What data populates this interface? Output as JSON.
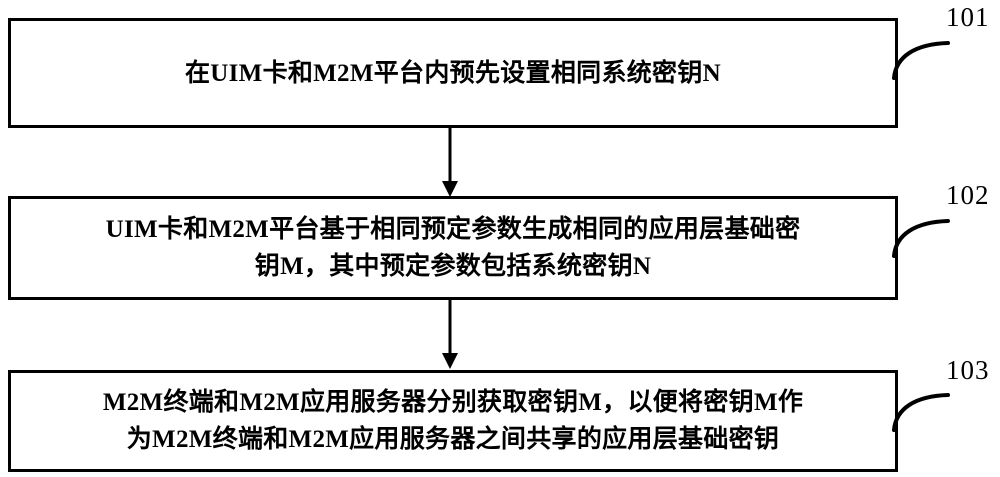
{
  "diagram": {
    "type": "patent-flowchart",
    "background_color": "#ffffff",
    "line_color": "#000000",
    "steps": [
      {
        "ref": "101",
        "text": "在UIM卡和M2M平台内预先设置相同系统密钥N"
      },
      {
        "ref": "102",
        "text": "UIM卡和M2M平台基于相同预定参数生成相同的应用层基础密\n钥M，其中预定参数包括系统密钥N"
      },
      {
        "ref": "103",
        "text": "M2M终端和M2M应用服务器分别获取密钥M，以便将密钥M作\n为M2M终端和M2M应用服务器之间共享的应用层基础密钥"
      }
    ],
    "connectors": [
      {
        "from": "101",
        "to": "102",
        "style": "arrow-down"
      },
      {
        "from": "102",
        "to": "103",
        "style": "arrow-down"
      }
    ]
  }
}
